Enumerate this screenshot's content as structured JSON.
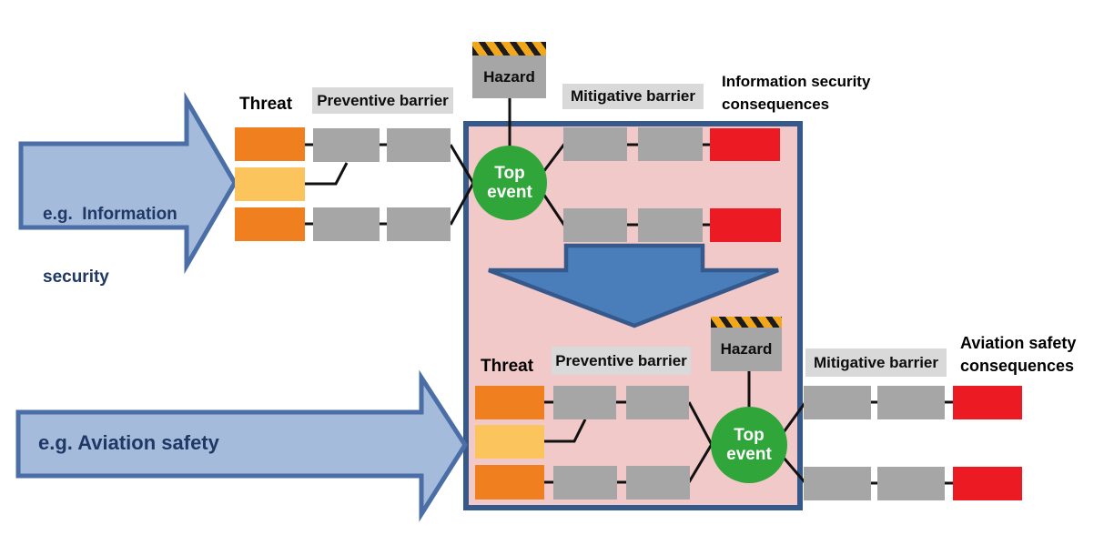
{
  "colors": {
    "orange": "#F0801F",
    "amber": "#FBC45C",
    "barrier_gray": "#A6A6A6",
    "label_gray_bg": "#D9D9D9",
    "consequence_red": "#EC1B23",
    "top_event_green": "#2FA53A",
    "panel_pink": "#F2C9C9",
    "panel_border_blue": "#36598C",
    "down_arrow_blue": "#4A7EBB",
    "big_arrow_fill": "#A4BBDC",
    "big_arrow_border": "#4A6EA5",
    "heading_navy": "#1F3864",
    "hazard_stripe_orange": "#F2A71B",
    "connector_black": "#111111"
  },
  "info_security": {
    "arrow_label_line1": "e.g.  Information",
    "arrow_label_line2": "security",
    "threat_label": "Threat",
    "preventive_barrier_label": "Preventive barrier",
    "hazard_label": "Hazard",
    "top_event_line1": "Top",
    "top_event_line2": "event",
    "mitigative_barrier_label": "Mitigative barrier",
    "consequences_line1": "Information security",
    "consequences_line2": "consequences"
  },
  "aviation_safety": {
    "arrow_label": "e.g. Aviation safety",
    "threat_label": "Threat",
    "preventive_barrier_label": "Preventive barrier",
    "hazard_label": "Hazard",
    "top_event_line1": "Top",
    "top_event_line2": "event",
    "mitigative_barrier_label": "Mitigative barrier",
    "consequences_line1": "Aviation safety",
    "consequences_line2": "consequences"
  }
}
